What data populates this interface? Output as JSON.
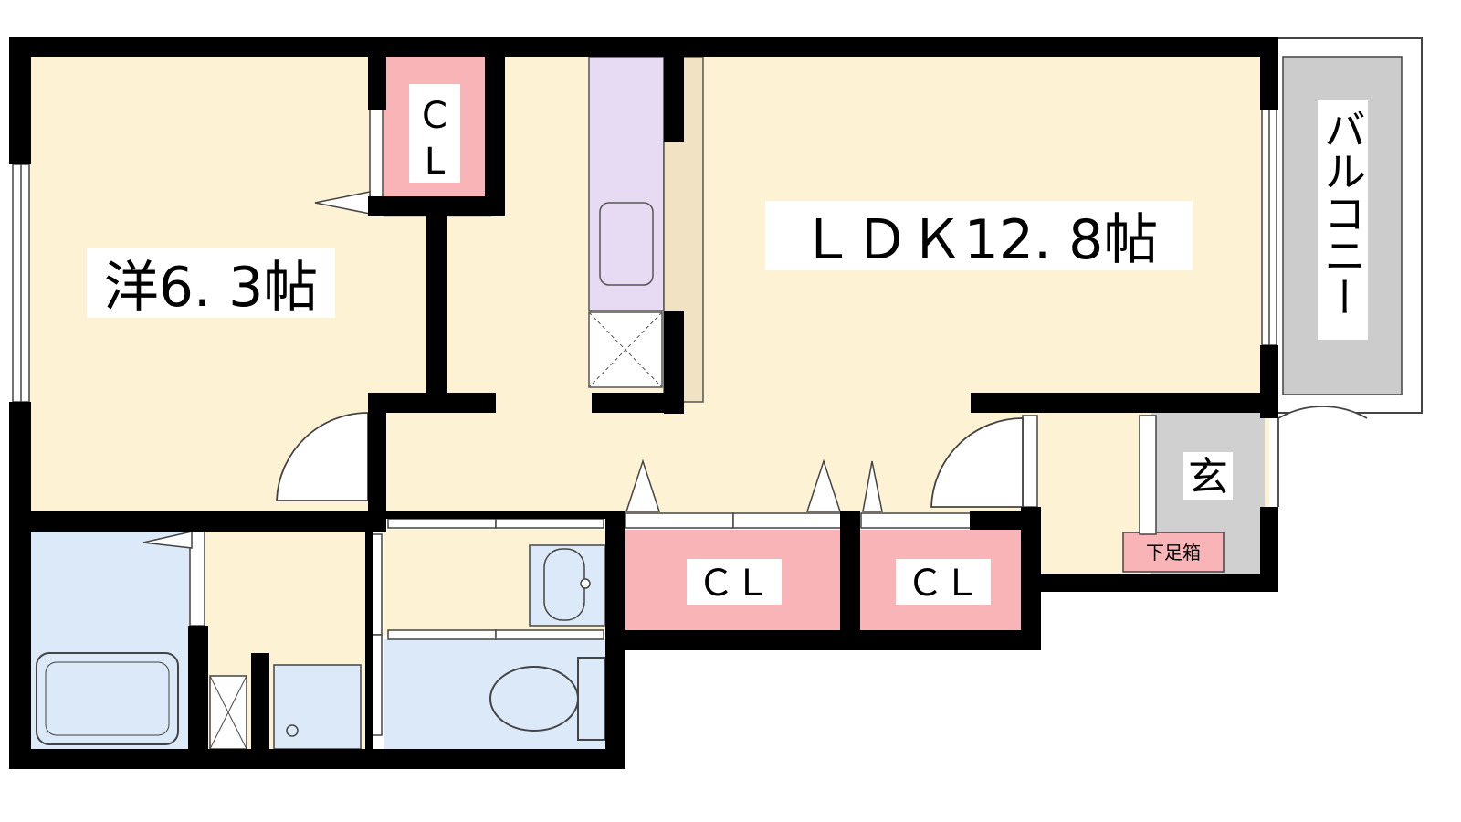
{
  "rooms": {
    "western": "洋6. 3帖",
    "ldk": "ＬＤＫ12. 8帖",
    "balcony": "バルコニー",
    "entrance": "玄",
    "shoe_box": "下足箱",
    "cl_bedroom": "CL",
    "cl_hall_1": "ＣＬ",
    "cl_hall_2": "ＣＬ"
  },
  "colors": {
    "wall": "#000000",
    "living_floor": "#fdf2d4",
    "closet": "#f8b4b6",
    "wet_area": "#dbe9f8",
    "kitchen_counter": "#e6dbf2",
    "kitchen_side": "#f2e2c4",
    "entrance_floor": "#d0d0d0",
    "balcony": "#cccccc"
  }
}
